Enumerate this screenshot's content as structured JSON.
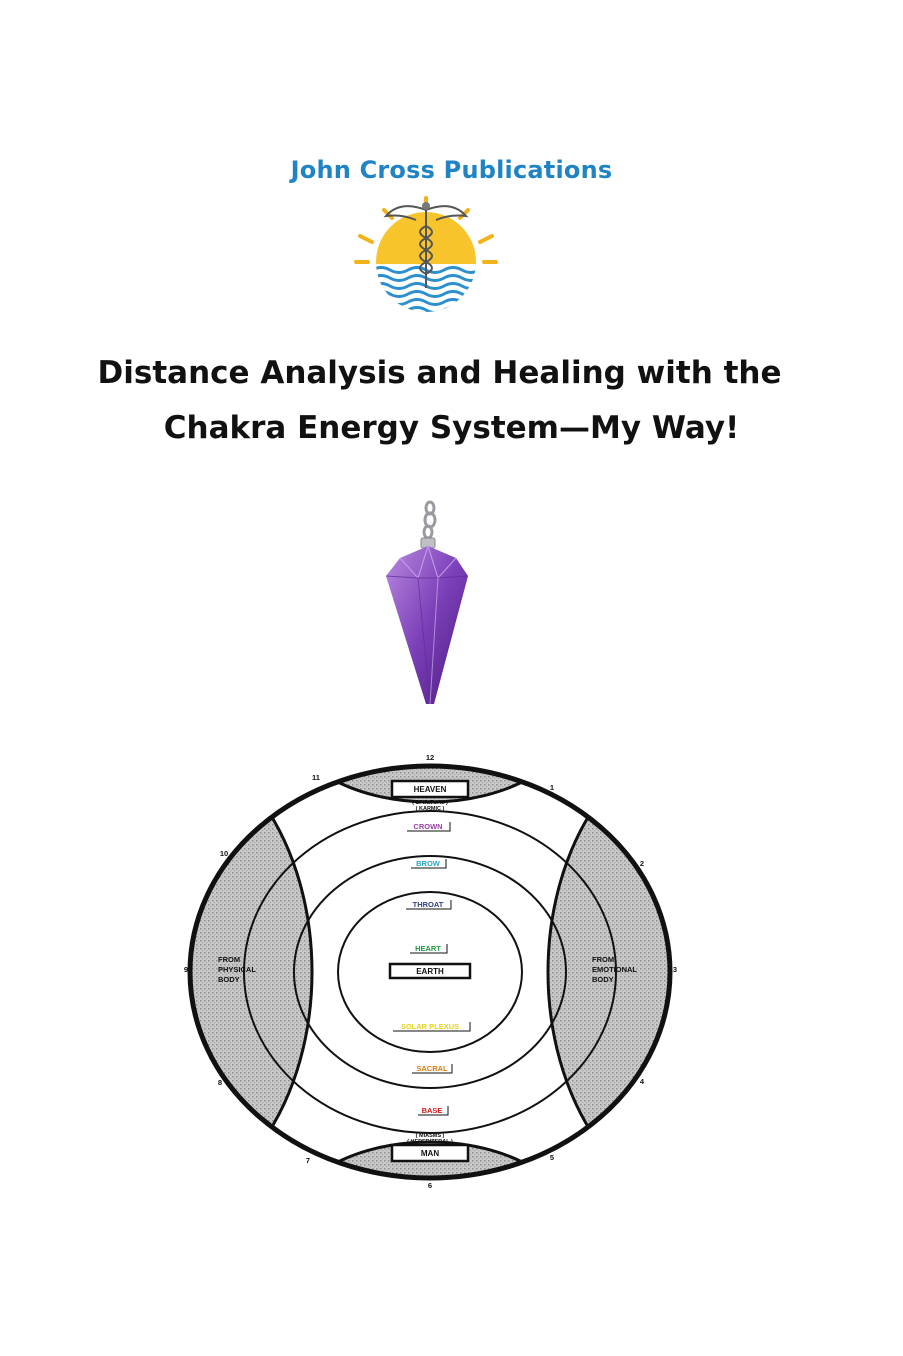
{
  "publisher": "John Cross Publications",
  "logo_icon": "sun-caduceus-waves-logo",
  "title": {
    "line1": "Distance Analysis and Healing with the",
    "line2": "Chakra Energy System—My Way!"
  },
  "pendulum_icon": "amethyst-pendulum",
  "diagram": {
    "clock_numbers": [
      "1",
      "2",
      "3",
      "4",
      "5",
      "6",
      "7",
      "8",
      "9",
      "10",
      "11",
      "12"
    ],
    "heaven": {
      "label": "HEAVEN",
      "sub1": "( SPIRITUAL )",
      "sub2": "( KARMIC )"
    },
    "man": {
      "label": "MAN",
      "sub1": "( MIASMS )",
      "sub2": "( HEREDITERAL )"
    },
    "earth": "EARTH",
    "left": {
      "l1": "FROM",
      "l2": "PHYSICAL",
      "l3": "BODY"
    },
    "right": {
      "l1": "FROM",
      "l2": "EMOTIONAL",
      "l3": "BODY"
    },
    "chakras": [
      {
        "label": "CROWN",
        "color": "#9b3fa8"
      },
      {
        "label": "BROW",
        "color": "#2aa3c9"
      },
      {
        "label": "THROAT",
        "color": "#2c3e8c"
      },
      {
        "label": "HEART",
        "color": "#1f9a3a"
      },
      {
        "label": "SOLAR PLEXUS",
        "color": "#e6d21a"
      },
      {
        "label": "SACRAL",
        "color": "#e07a10"
      },
      {
        "label": "BASE",
        "color": "#d01e1e"
      }
    ]
  }
}
